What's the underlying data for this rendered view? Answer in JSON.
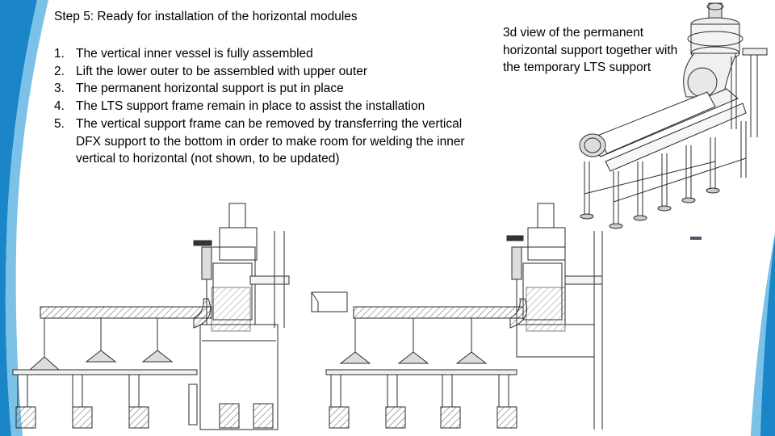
{
  "slide": {
    "title": "Step 5: Ready for installation of the horizontal modules",
    "steps": [
      {
        "num": "1.",
        "text": "The vertical inner vessel is fully assembled"
      },
      {
        "num": "2.",
        "text": "Lift the lower outer to be assembled with upper outer"
      },
      {
        "num": "3.",
        "text": "The permanent horizontal support is put in place"
      },
      {
        "num": "4.",
        "text": "The LTS support frame remain in place to assist the installation"
      },
      {
        "num": "5.",
        "text": "The vertical support frame can be removed by transferring the vertical DFX support to the bottom in order to make room for welding the inner vertical to horizontal (not shown, to be updated)"
      }
    ],
    "caption": "3d view of the permanent horizontal support together with the temporary LTS support"
  },
  "colors": {
    "accent_blue": "#1a86c7",
    "accent_light": "#7cc1e8",
    "line": "#2b2b2b",
    "hatch": "#555555"
  },
  "icons": [
    "vessel-3d-view-drawing",
    "horizontal-support-side-view-drawing"
  ]
}
